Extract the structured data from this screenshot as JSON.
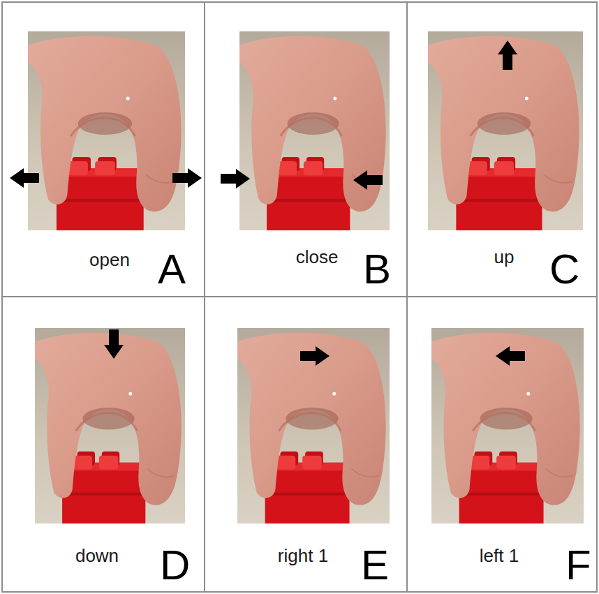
{
  "diagram": {
    "nodes": [
      {
        "text": [
          "open",
          "A"
        ]
      },
      {
        "text": [
          "close",
          "B"
        ]
      },
      {
        "text": [
          "up",
          "C"
        ]
      },
      {
        "text": [
          "down",
          "D"
        ]
      },
      {
        "text": [
          "right 1",
          "E"
        ]
      },
      {
        "text": [
          "left 1",
          "F"
        ]
      }
    ]
  }
}
